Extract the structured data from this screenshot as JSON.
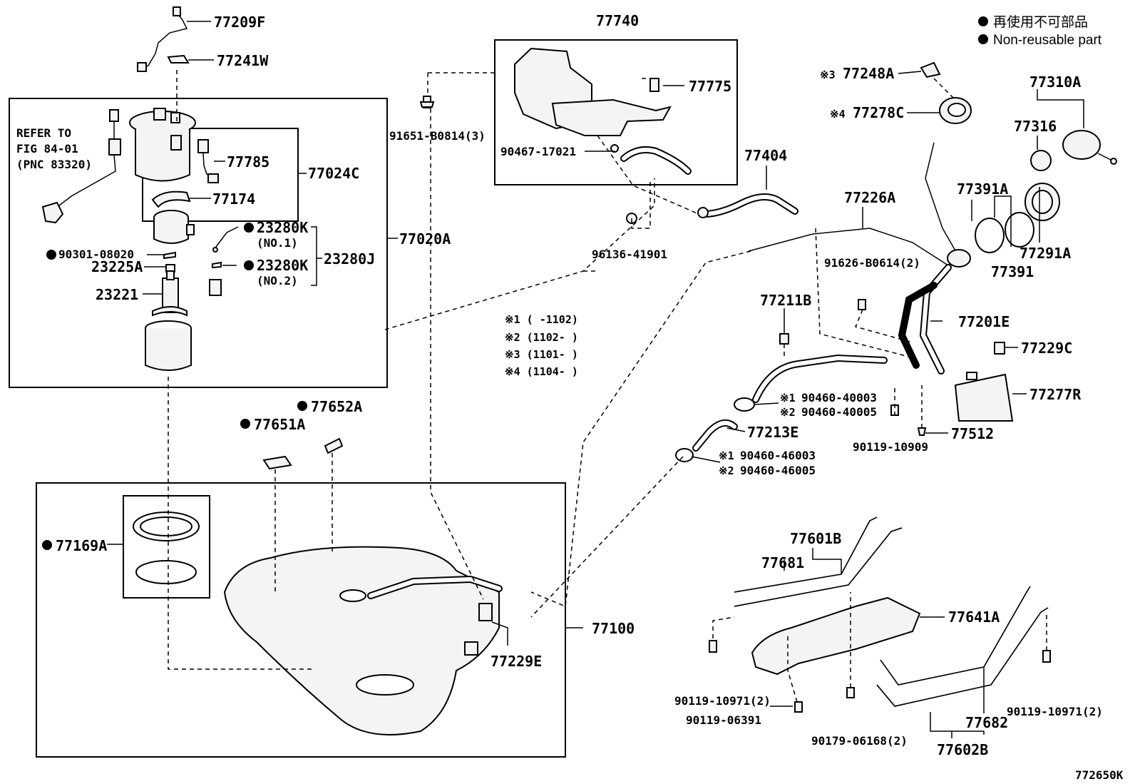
{
  "legend": {
    "line1": "再使用不可部品",
    "line2": "Non-reusable part"
  },
  "refer": {
    "line1": "REFER TO",
    "line2": "FIG 84-01",
    "line3": "(PNC 83320)"
  },
  "notes": {
    "n1": "※1 (     -1102)",
    "n2": "※2 (1102-     )",
    "n3": "※3 (1101-       )",
    "n4": "※4 (1104-     )"
  },
  "parts": {
    "p77209F": "77209F",
    "p77241W": "77241W",
    "p77785": "77785",
    "p77024C": "77024C",
    "p77174": "77174",
    "p77020A": "77020A",
    "p23280K_1": "23280K",
    "no1": "(NO.1)",
    "p90301": "90301-08020",
    "p23225A": "23225A",
    "p23280K_2": "23280K",
    "no2": "(NO.2)",
    "p23280J": "23280J",
    "p23221": "23221",
    "p77740": "77740",
    "p77775": "77775",
    "p91651": "91651-B0814(3)",
    "p90467": "90467-17021",
    "p96136": "96136-41901",
    "p77404": "77404",
    "p77248A": "77248A",
    "p77278C": "77278C",
    "p77310A": "77310A",
    "p77316": "77316",
    "p77226A": "77226A",
    "p77391A": "77391A",
    "p77291A": "77291A",
    "p77391": "77391",
    "p91626": "91626-B0614(2)",
    "p77211B": "77211B",
    "p77201E": "77201E",
    "p77229C": "77229C",
    "p77277R": "77277R",
    "p90460_40003": "90460-40003",
    "p90460_40005": "90460-40005",
    "p77213E": "77213E",
    "p90119_10909": "90119-10909",
    "p77512": "77512",
    "p90460_46003": "90460-46003",
    "p90460_46005": "90460-46005",
    "p77652A": "77652A",
    "p77651A": "77651A",
    "p77169A": "77169A",
    "p77100": "77100",
    "p77229E": "77229E",
    "p77601B": "77601B",
    "p77681": "77681",
    "p77641A": "77641A",
    "p90119_10971_L": "90119-10971(2)",
    "p90119_06391": "90119-06391",
    "p90179": "90179-06168(2)",
    "p77682": "77682",
    "p90119_10971_R": "90119-10971(2)",
    "p77602B": "77602B",
    "fig": "772650K"
  },
  "marks": {
    "m1": "※1",
    "m2": "※2",
    "m3": "※3",
    "m4": "※4"
  }
}
